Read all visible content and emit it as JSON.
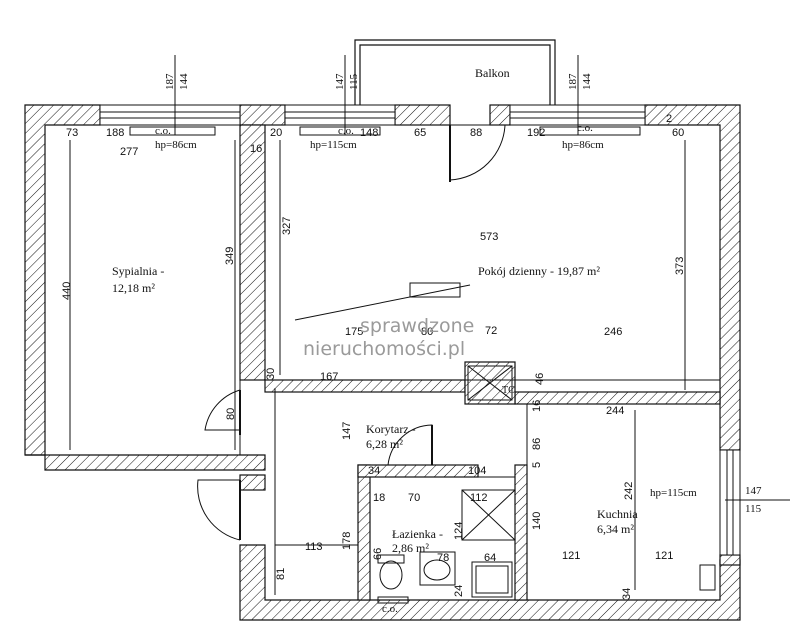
{
  "rooms": {
    "balcony": "Balkon",
    "bedroom_name": "Sypialnia -",
    "bedroom_area": "12,18 m²",
    "living_name": "Pokój dzienny - 19,87 m²",
    "corridor_name": "Korytarz -",
    "corridor_area": "6,28 m²",
    "bathroom_name": "Łazienka -",
    "bathroom_area": "2,86 m²",
    "kitchen_name": "Kuchnia",
    "kitchen_area": "6,34 m²"
  },
  "windows": {
    "w1_top": "187",
    "w1_bottom": "144",
    "w2_top": "147",
    "w2_bottom": "115",
    "w3_top": "187",
    "w3_bottom": "144",
    "kitchen_top": "147",
    "kitchen_bottom": "115"
  },
  "heating": {
    "co_1": "c.o.",
    "co_2": "c.o.",
    "co_3": "c.o.",
    "co_4": "c.o.",
    "hp_1": "hp=86cm",
    "hp_2": "hp=115cm",
    "hp_3": "hp=86cm",
    "hp_4": "hp=115cm"
  },
  "dimensions": {
    "d73": "73",
    "d188": "188",
    "d20": "20",
    "d148": "148",
    "d65": "65",
    "d88": "88",
    "d192": "192",
    "d60": "60",
    "d2": "2",
    "d16a": "16",
    "d277": "277",
    "d327": "327",
    "d573": "573",
    "d440": "440",
    "d349": "349",
    "d373": "373",
    "d175": "175",
    "d80a": "80",
    "d72": "72",
    "d246": "246",
    "d30": "30",
    "d167": "167",
    "d46": "46",
    "d16b": "16",
    "d244": "244",
    "d80b": "80",
    "d147": "147",
    "d86": "86",
    "d34a": "34",
    "d104": "104",
    "d18": "18",
    "d70": "70",
    "d112": "112",
    "d242": "242",
    "d140": "140",
    "d124": "124",
    "d113": "113",
    "d178": "178",
    "d66": "66",
    "d78": "78",
    "d64": "64",
    "d121a": "121",
    "d121b": "121",
    "d81": "81",
    "d24": "24",
    "d34b": "34",
    "d5": "5"
  },
  "symbols": {
    "tc": "TC"
  },
  "watermark": {
    "line1": "sprawdzone",
    "line2": "nieruchomości.pl"
  }
}
